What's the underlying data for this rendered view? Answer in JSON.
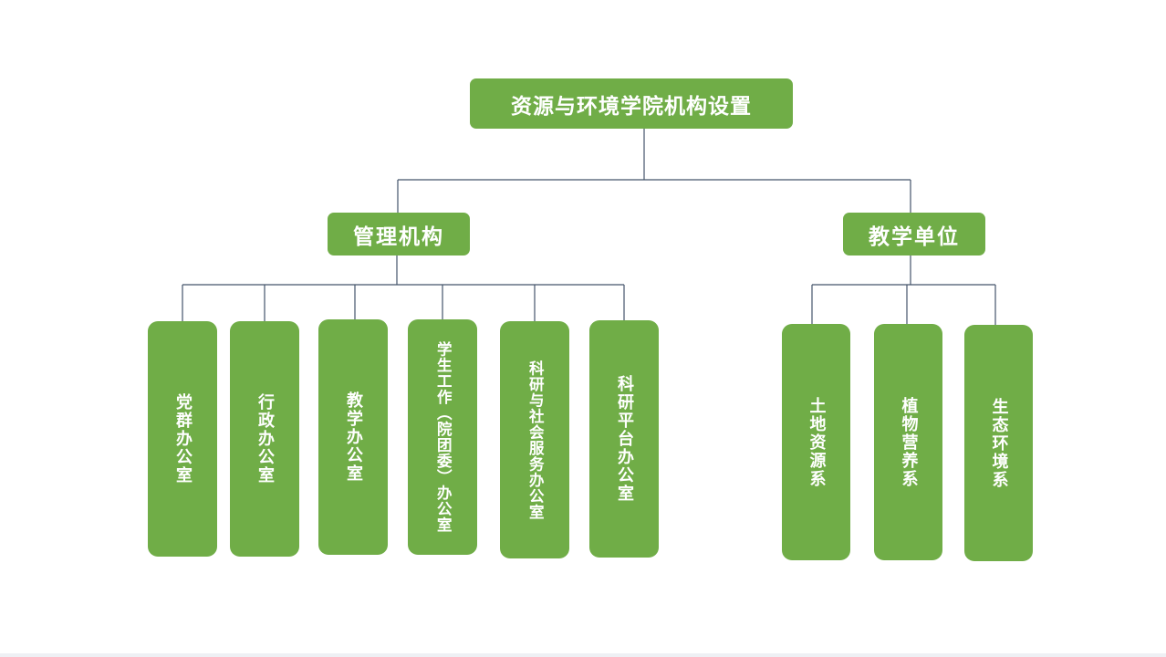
{
  "title": "资源与环境学院机构设置",
  "colors": {
    "box_fill": "#70ad47",
    "box_text": "#ffffff",
    "connector": "#44546a"
  },
  "groups": [
    {
      "label": "管理机构",
      "units": [
        "党群办公室",
        "行政办公室",
        "教学办公室",
        "学生工作（院团委）办公室",
        "科研与社会服务办公室",
        "科研平台办公室"
      ]
    },
    {
      "label": "教学单位",
      "units": [
        "土地资源系",
        "植物营养系",
        "生态环境系"
      ]
    }
  ]
}
